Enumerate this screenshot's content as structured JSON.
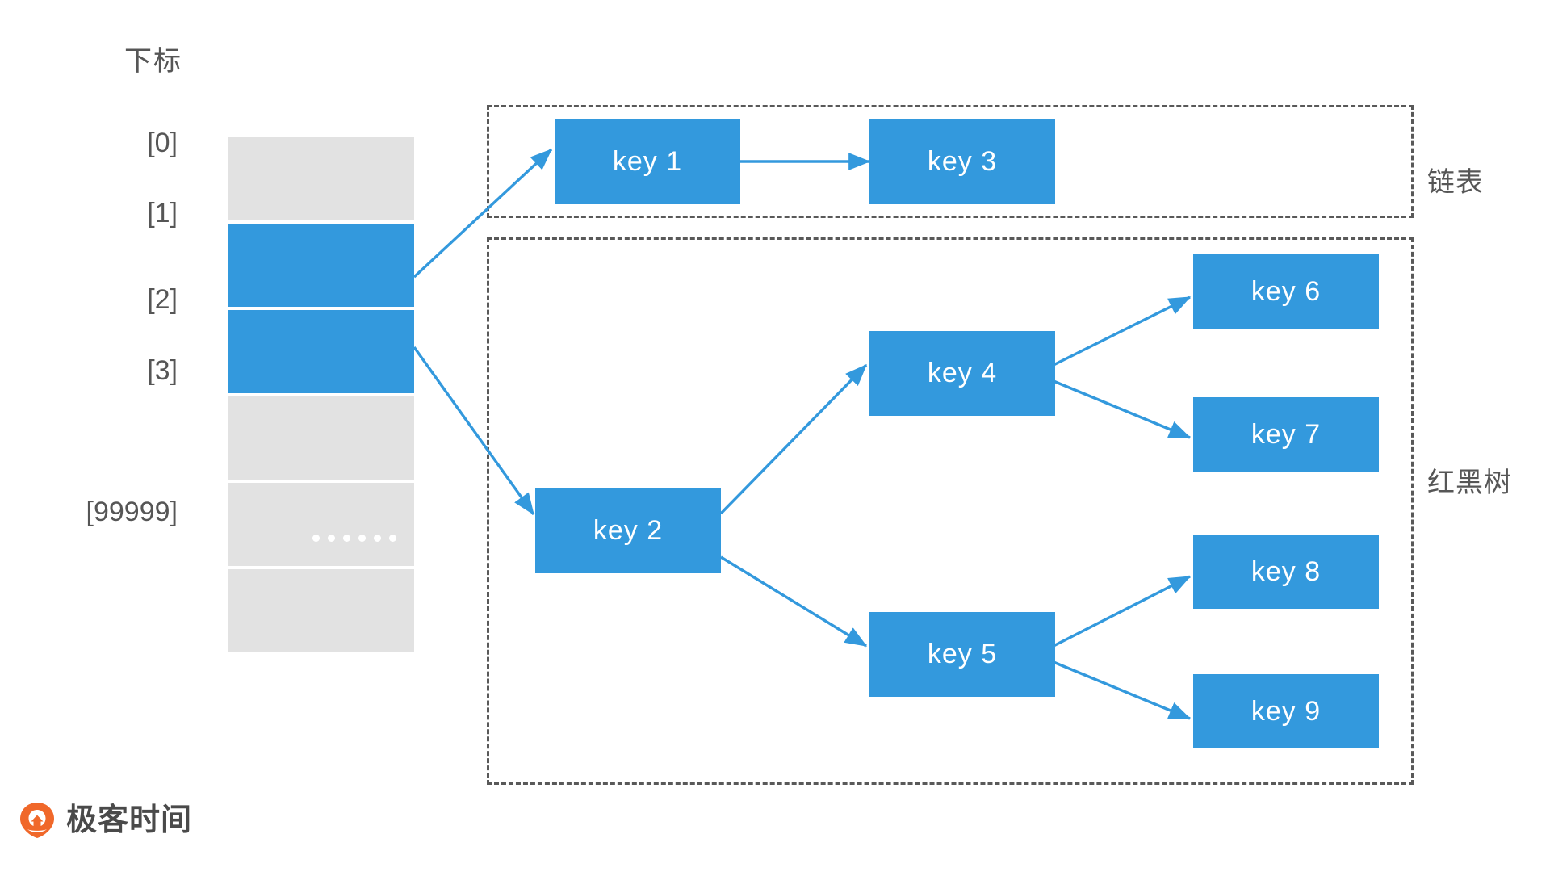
{
  "diagram": {
    "column_title": "下标",
    "index_labels": [
      "[0]",
      "[1]",
      "[2]",
      "[3]",
      "",
      "[99999]"
    ],
    "cells": [
      {
        "state": "empty",
        "content": ""
      },
      {
        "state": "filled",
        "content": ""
      },
      {
        "state": "filled",
        "content": ""
      },
      {
        "state": "empty",
        "content": ""
      },
      {
        "state": "empty",
        "content": "......"
      },
      {
        "state": "empty",
        "content": ""
      }
    ],
    "groups": [
      {
        "id": "linked-list",
        "label": "链表"
      },
      {
        "id": "red-black-tree",
        "label": "红黑树"
      }
    ],
    "nodes": {
      "key1": "key 1",
      "key3": "key 3",
      "key2": "key 2",
      "key4": "key 4",
      "key5": "key 5",
      "key6": "key 6",
      "key7": "key 7",
      "key8": "key 8",
      "key9": "key 9"
    }
  },
  "footer": {
    "brand": "极客时间"
  },
  "colors": {
    "node_fill": "#3399dd",
    "cell_empty": "#e2e2e2",
    "arrow": "#3399dd",
    "dashed_border": "#595959",
    "text": "#565656",
    "logo_orange": "#f0682a"
  }
}
